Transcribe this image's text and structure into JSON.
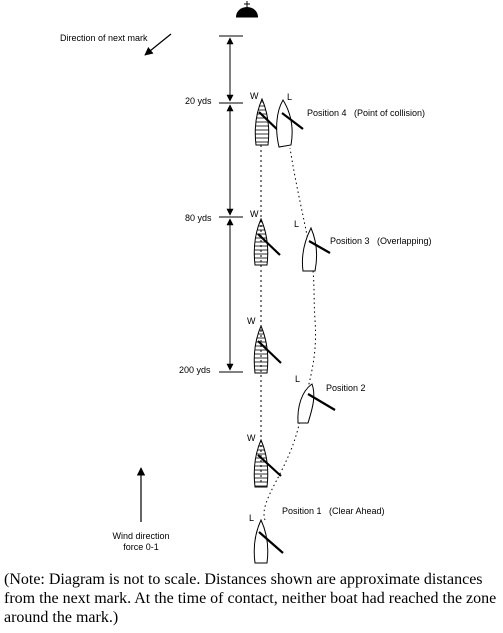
{
  "mark": {
    "icon": "buoy-mark-icon"
  },
  "next_mark_direction": {
    "label": "Direction of next mark",
    "icon": "diagonal-arrow-icon"
  },
  "distances": [
    {
      "label": "20 yds"
    },
    {
      "label": "80 yds"
    },
    {
      "label": "200 yds"
    }
  ],
  "wind": {
    "line1": "Wind direction",
    "line2": "force 0-1",
    "icon": "up-arrow-icon"
  },
  "boats": {
    "windward_label": "W",
    "leeward_label": "L"
  },
  "positions": [
    {
      "label": "Position 4   (Point of collision)"
    },
    {
      "label": "Position 3   (Overlapping)"
    },
    {
      "label": "Position 2"
    },
    {
      "label": "Position 1   (Clear Ahead)"
    }
  ],
  "note": "(Note: Diagram is not to scale. Distances shown are approximate distances from the next mark. At the time of contact, neither boat had reached the zone around the mark.)",
  "colors": {
    "ink": "#000000",
    "background": "#ffffff"
  }
}
